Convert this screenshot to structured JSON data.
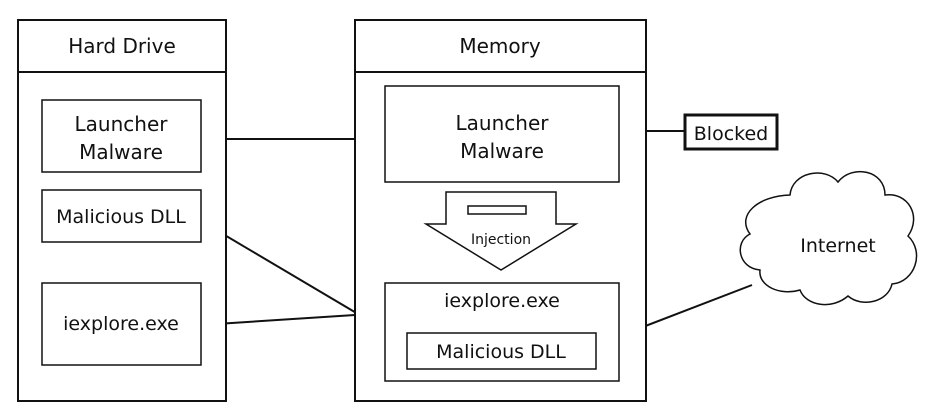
{
  "hard_drive": {
    "title": "Hard Drive",
    "launcher_line1": "Launcher",
    "launcher_line2": "Malware",
    "malicious_dll": "Malicious DLL",
    "iexplore": "iexplore.exe"
  },
  "memory": {
    "title": "Memory",
    "launcher_line1": "Launcher",
    "launcher_line2": "Malware",
    "injection": "Injection",
    "iexplore": "iexplore.exe",
    "malicious_dll": "Malicious DLL"
  },
  "blocked": "Blocked",
  "internet": "Internet",
  "icons": {
    "internet": "cloud-icon",
    "injection": "down-arrow-icon"
  },
  "colors": {
    "stroke": "#111111",
    "background": "#ffffff"
  }
}
